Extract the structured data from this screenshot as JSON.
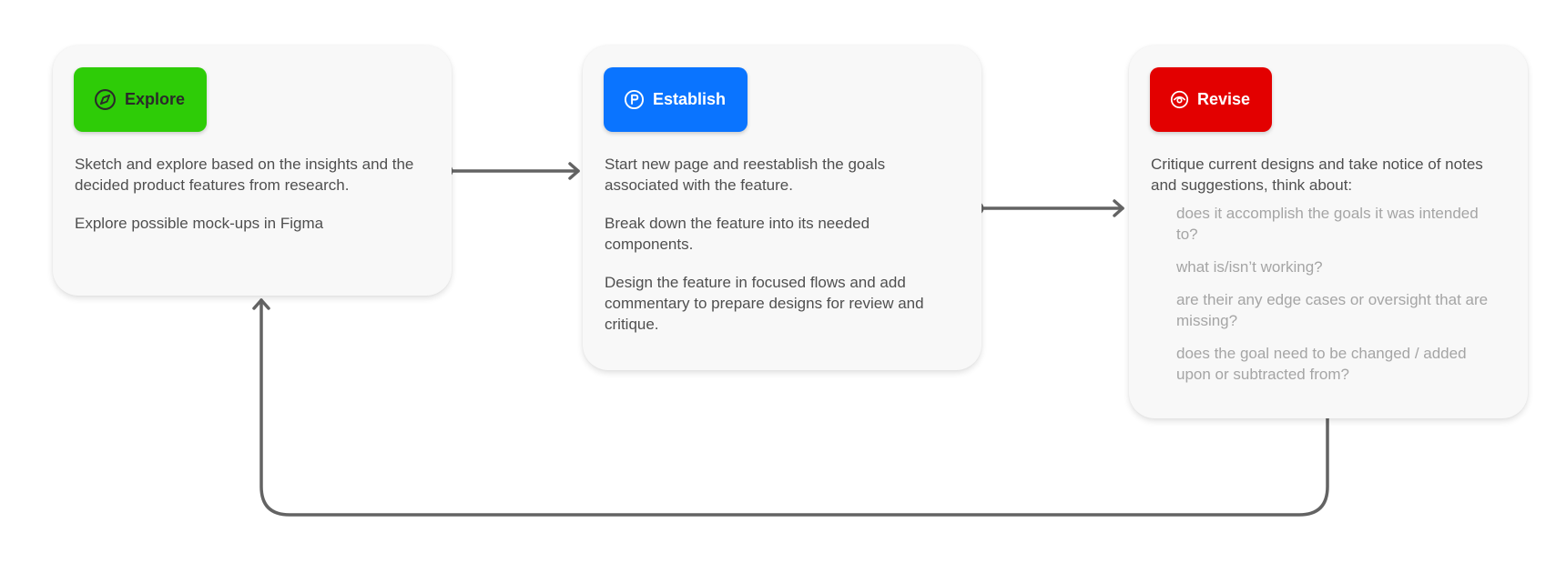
{
  "steps": [
    {
      "label": "Explore",
      "icon": "compass-icon",
      "color": "#2ecc07",
      "paragraphs": [
        "Sketch and explore based on the insights and the decided product features from research.",
        "Explore possible mock-ups in Figma"
      ]
    },
    {
      "label": "Establish",
      "icon": "flag-p-icon",
      "color": "#0a74ff",
      "paragraphs": [
        "Start new page and reestablish the goals associated with the feature.",
        "Break down the feature into its needed components.",
        "Design the feature in focused flows and add commentary to prepare designs for review and critique."
      ]
    },
    {
      "label": "Revise",
      "icon": "eye-icon",
      "color": "#e30000",
      "intro": "Critique current designs and take notice of notes and suggestions, think about:",
      "questions": [
        "does it accomplish the goals it was intended to?",
        "what is/isn’t working?",
        "are their any edge cases or oversight that are missing?",
        "does the goal need to be changed / added upon or subtracted from?"
      ]
    }
  ],
  "connector_color": "#636363"
}
